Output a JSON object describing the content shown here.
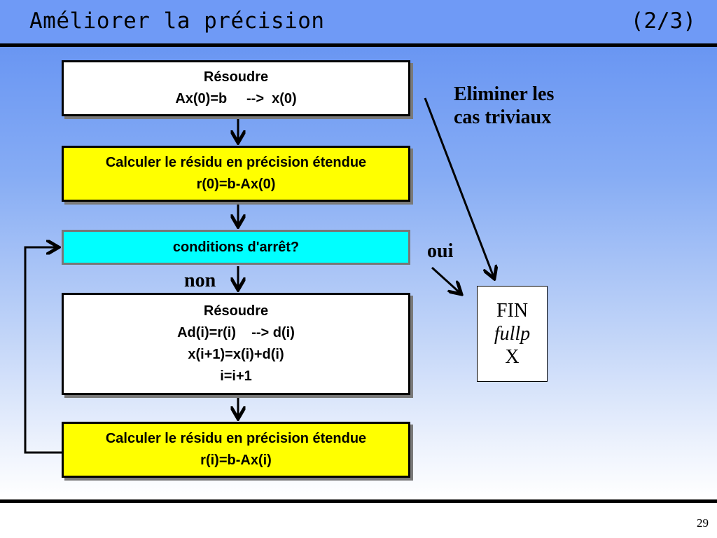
{
  "header": {
    "title": "Améliorer la précision",
    "counter": "(2/3)"
  },
  "flowchart": {
    "solve_initial": {
      "lines": [
        "Résoudre",
        "Ax(0)=b     -->  x(0)"
      ]
    },
    "residual_initial": {
      "lines": [
        "Calculer le résidu en précision étendue",
        "r(0)=b-Ax(0)"
      ]
    },
    "stop_conditions": {
      "label": "conditions d'arrêt?"
    },
    "solve_iteration": {
      "lines": [
        "Résoudre",
        "Ad(i)=r(i)    --> d(i)",
        "x(i+1)=x(i)+d(i)",
        "i=i+1"
      ]
    },
    "residual_iteration": {
      "lines": [
        "Calculer le résidu en précision étendue",
        "r(i)=b-Ax(i)"
      ]
    },
    "label_no": "non",
    "label_yes": "oui",
    "end_box": {
      "lines": [
        "FIN",
        "fullp",
        "X"
      ]
    },
    "note": {
      "lines": [
        "Eliminer les",
        "cas triviaux"
      ]
    }
  },
  "footer": {
    "page_number": "29"
  },
  "colors": {
    "title_bar": "#6f9af6",
    "process_box": "#ffffff",
    "residual_box": "#ffff00",
    "decision_box": "#00ffff",
    "border": "#000000"
  }
}
